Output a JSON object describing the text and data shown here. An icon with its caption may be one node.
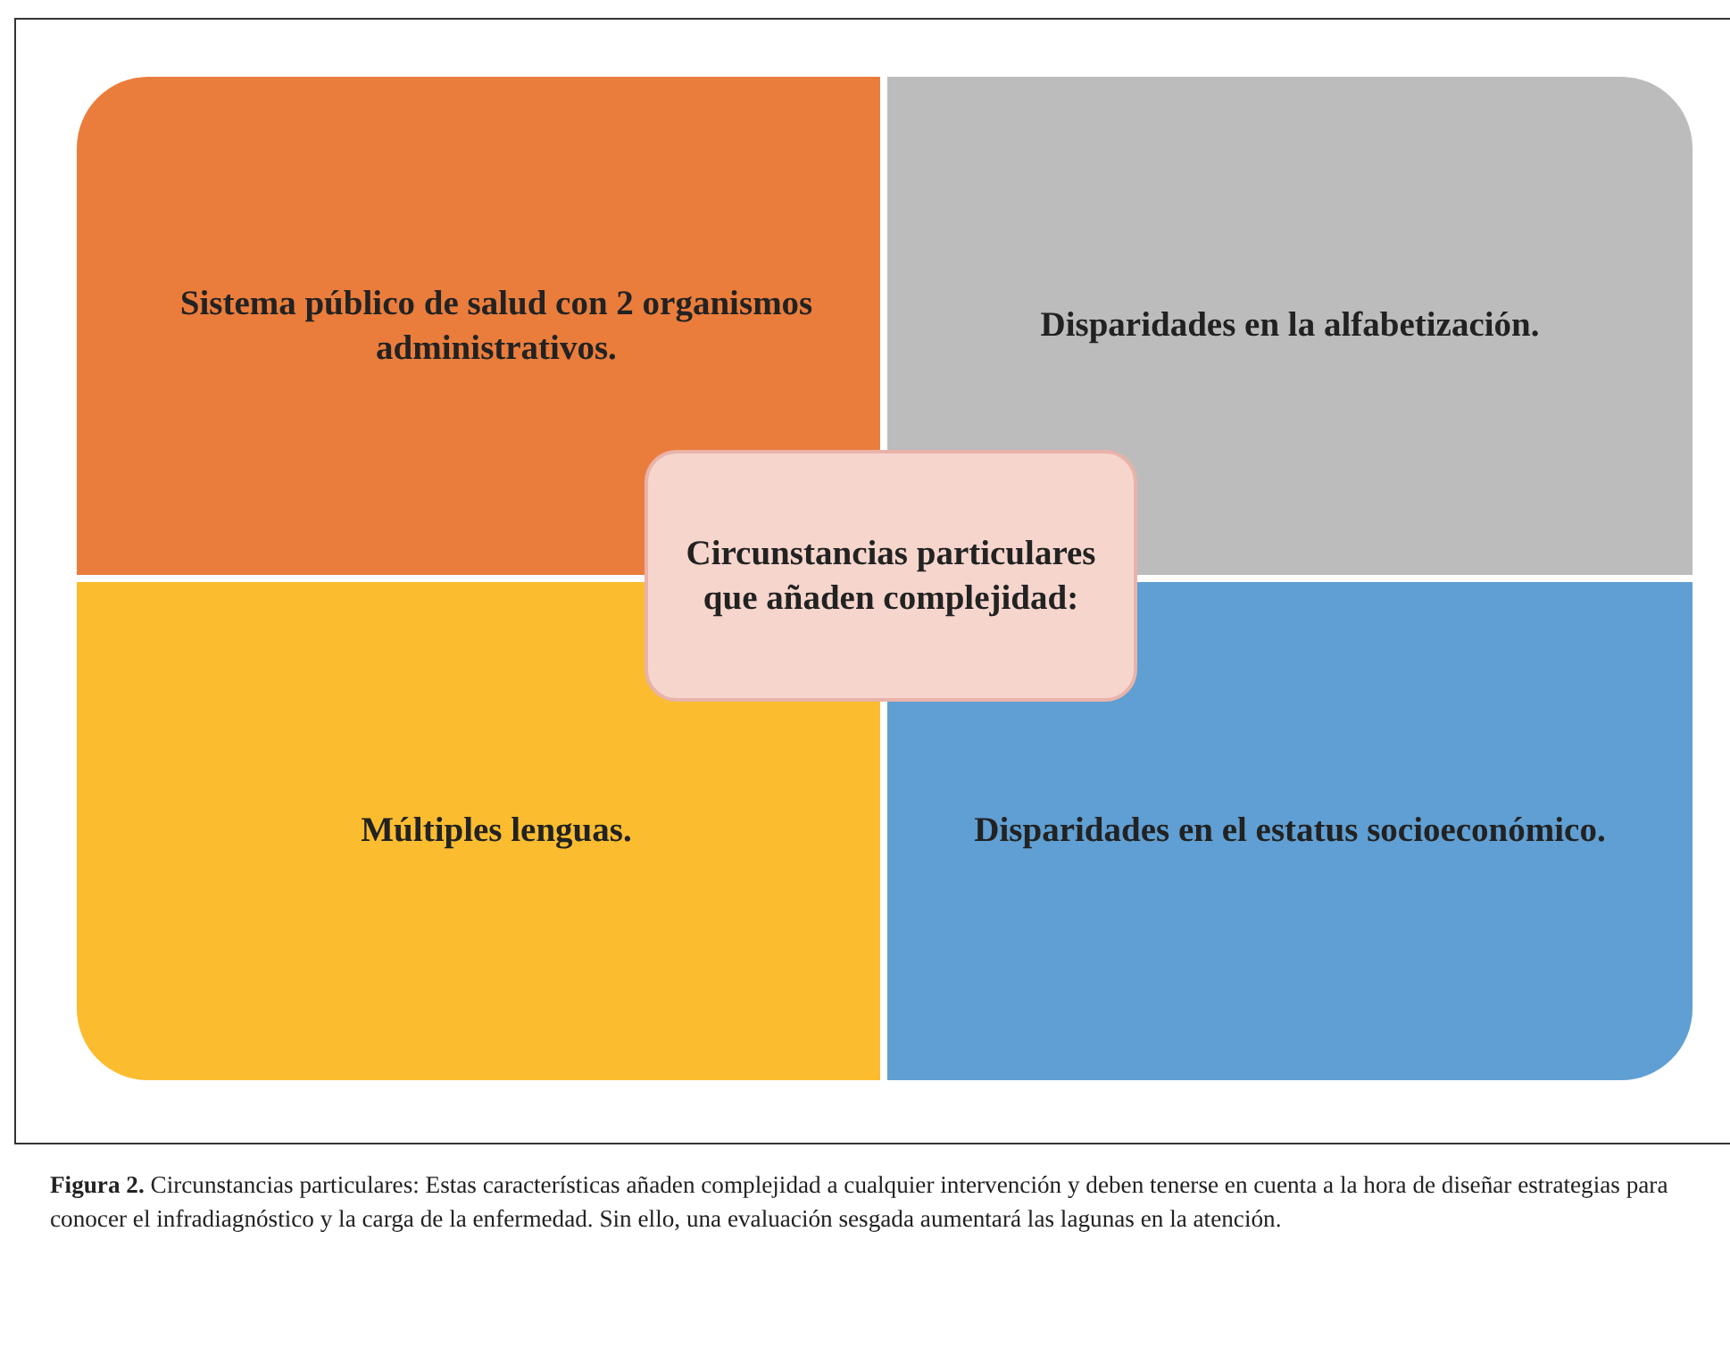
{
  "diagram": {
    "caption": "**Figura 2.** Circunstancias particulares: Estas características añaden complejidad a cualquier intervención y deben tenerse en cuenta a la hora de diseñar estrategias para conocer el infradiagnóstico y la carga de la enfermedad. Sin ello, una evaluación sesgada aumentará las lagunas en la atención.",
    "nodes": [
      {
        "text": [
          "Sistema público de salud con 2 organismos administrativos."
        ]
      },
      {
        "text": [
          "Disparidades en la alfabetización."
        ]
      },
      {
        "text": [
          "Circunstancias particulares que añaden complejidad:"
        ]
      },
      {
        "text": [
          "Múltiples lenguas."
        ]
      },
      {
        "text": [
          "Disparidades en el estatus socioeconómico."
        ]
      }
    ],
    "edges": []
  }
}
